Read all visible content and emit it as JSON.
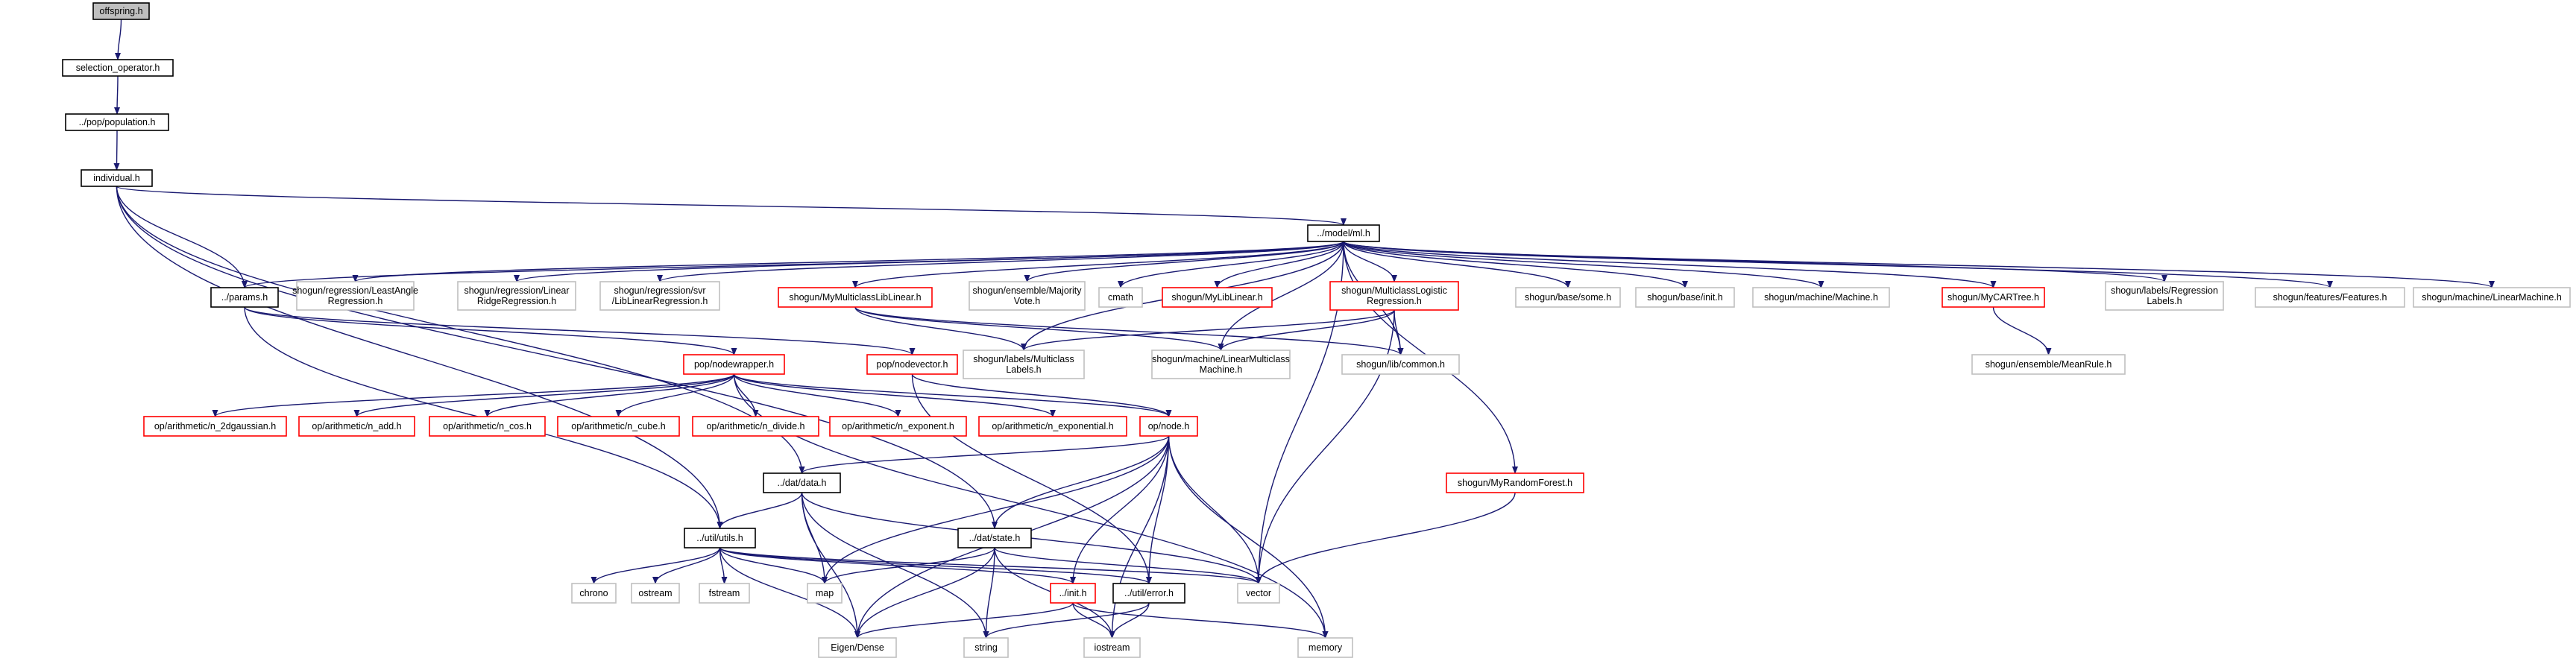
{
  "colors": {
    "root_fill": "#bfbfbf",
    "normal_border": "#000000",
    "missing_border": "#bfbfbf",
    "truncated_border": "#ff0000",
    "edge": "#191970"
  },
  "nodes": [
    {
      "id": "offspring",
      "lines": [
        "offspring.h"
      ],
      "style": "root"
    },
    {
      "id": "selection",
      "lines": [
        "selection_operator.h"
      ],
      "style": "normal"
    },
    {
      "id": "population",
      "lines": [
        "../pop/population.h"
      ],
      "style": "normal"
    },
    {
      "id": "individual",
      "lines": [
        "individual.h"
      ],
      "style": "normal"
    },
    {
      "id": "ml",
      "lines": [
        "../model/ml.h"
      ],
      "style": "normal"
    },
    {
      "id": "params",
      "lines": [
        "../params.h"
      ],
      "style": "normal"
    },
    {
      "id": "lar",
      "lines": [
        "shogun/regression/LeastAngle",
        "Regression.h"
      ],
      "style": "missing"
    },
    {
      "id": "linridge",
      "lines": [
        "shogun/regression/Linear",
        "RidgeRegression.h"
      ],
      "style": "missing"
    },
    {
      "id": "svrlinear",
      "lines": [
        "shogun/regression/svr",
        "/LibLinearRegression.h"
      ],
      "style": "missing"
    },
    {
      "id": "mymclib",
      "lines": [
        "shogun/MyMulticlassLibLinear.h"
      ],
      "style": "truncated"
    },
    {
      "id": "majority",
      "lines": [
        "shogun/ensemble/Majority",
        "Vote.h"
      ],
      "style": "missing"
    },
    {
      "id": "cmath",
      "lines": [
        "cmath"
      ],
      "style": "missing"
    },
    {
      "id": "mylib",
      "lines": [
        "shogun/MyLibLinear.h"
      ],
      "style": "truncated"
    },
    {
      "id": "mclogistic",
      "lines": [
        "shogun/MulticlassLogistic",
        "Regression.h"
      ],
      "style": "truncated"
    },
    {
      "id": "some",
      "lines": [
        "shogun/base/some.h"
      ],
      "style": "missing"
    },
    {
      "id": "init",
      "lines": [
        "shogun/base/init.h"
      ],
      "style": "missing"
    },
    {
      "id": "machine",
      "lines": [
        "shogun/machine/Machine.h"
      ],
      "style": "missing"
    },
    {
      "id": "mycart",
      "lines": [
        "shogun/MyCARTree.h"
      ],
      "style": "truncated"
    },
    {
      "id": "reglabels",
      "lines": [
        "shogun/labels/Regression",
        "Labels.h"
      ],
      "style": "missing"
    },
    {
      "id": "features",
      "lines": [
        "shogun/features/Features.h"
      ],
      "style": "missing"
    },
    {
      "id": "linmachine",
      "lines": [
        "shogun/machine/LinearMachine.h"
      ],
      "style": "missing"
    },
    {
      "id": "mclabels",
      "lines": [
        "shogun/labels/Multiclass",
        "Labels.h"
      ],
      "style": "missing"
    },
    {
      "id": "linmcmachine",
      "lines": [
        "shogun/machine/LinearMulticlass",
        "Machine.h"
      ],
      "style": "missing"
    },
    {
      "id": "common",
      "lines": [
        "shogun/lib/common.h"
      ],
      "style": "missing"
    },
    {
      "id": "meanrule",
      "lines": [
        "shogun/ensemble/MeanRule.h"
      ],
      "style": "missing"
    },
    {
      "id": "nodewrapper",
      "lines": [
        "pop/nodewrapper.h"
      ],
      "style": "truncated"
    },
    {
      "id": "nodevector",
      "lines": [
        "pop/nodevector.h"
      ],
      "style": "truncated"
    },
    {
      "id": "n2dg",
      "lines": [
        "op/arithmetic/n_2dgaussian.h"
      ],
      "style": "truncated"
    },
    {
      "id": "nadd",
      "lines": [
        "op/arithmetic/n_add.h"
      ],
      "style": "truncated"
    },
    {
      "id": "ncos",
      "lines": [
        "op/arithmetic/n_cos.h"
      ],
      "style": "truncated"
    },
    {
      "id": "ncube",
      "lines": [
        "op/arithmetic/n_cube.h"
      ],
      "style": "truncated"
    },
    {
      "id": "ndivide",
      "lines": [
        "op/arithmetic/n_divide.h"
      ],
      "style": "truncated"
    },
    {
      "id": "nexponent",
      "lines": [
        "op/arithmetic/n_exponent.h"
      ],
      "style": "truncated"
    },
    {
      "id": "nexponential",
      "lines": [
        "op/arithmetic/n_exponential.h"
      ],
      "style": "truncated"
    },
    {
      "id": "opnode",
      "lines": [
        "op/node.h"
      ],
      "style": "truncated"
    },
    {
      "id": "randomforest",
      "lines": [
        "shogun/MyRandomForest.h"
      ],
      "style": "truncated"
    },
    {
      "id": "data",
      "lines": [
        "../dat/data.h"
      ],
      "style": "normal"
    },
    {
      "id": "utils",
      "lines": [
        "../util/utils.h"
      ],
      "style": "normal"
    },
    {
      "id": "state",
      "lines": [
        "../dat/state.h"
      ],
      "style": "normal"
    },
    {
      "id": "chrono",
      "lines": [
        "chrono"
      ],
      "style": "missing"
    },
    {
      "id": "ostream",
      "lines": [
        "ostream"
      ],
      "style": "missing"
    },
    {
      "id": "fstream",
      "lines": [
        "fstream"
      ],
      "style": "missing"
    },
    {
      "id": "map",
      "lines": [
        "map"
      ],
      "style": "missing"
    },
    {
      "id": "initsh",
      "lines": [
        "../init.h"
      ],
      "style": "truncated"
    },
    {
      "id": "error",
      "lines": [
        "../util/error.h"
      ],
      "style": "normal"
    },
    {
      "id": "vector",
      "lines": [
        "vector"
      ],
      "style": "missing"
    },
    {
      "id": "eigen",
      "lines": [
        "Eigen/Dense"
      ],
      "style": "missing"
    },
    {
      "id": "string",
      "lines": [
        "string"
      ],
      "style": "missing"
    },
    {
      "id": "iostream",
      "lines": [
        "iostream"
      ],
      "style": "missing"
    },
    {
      "id": "memory",
      "lines": [
        "memory"
      ],
      "style": "missing"
    }
  ]
}
